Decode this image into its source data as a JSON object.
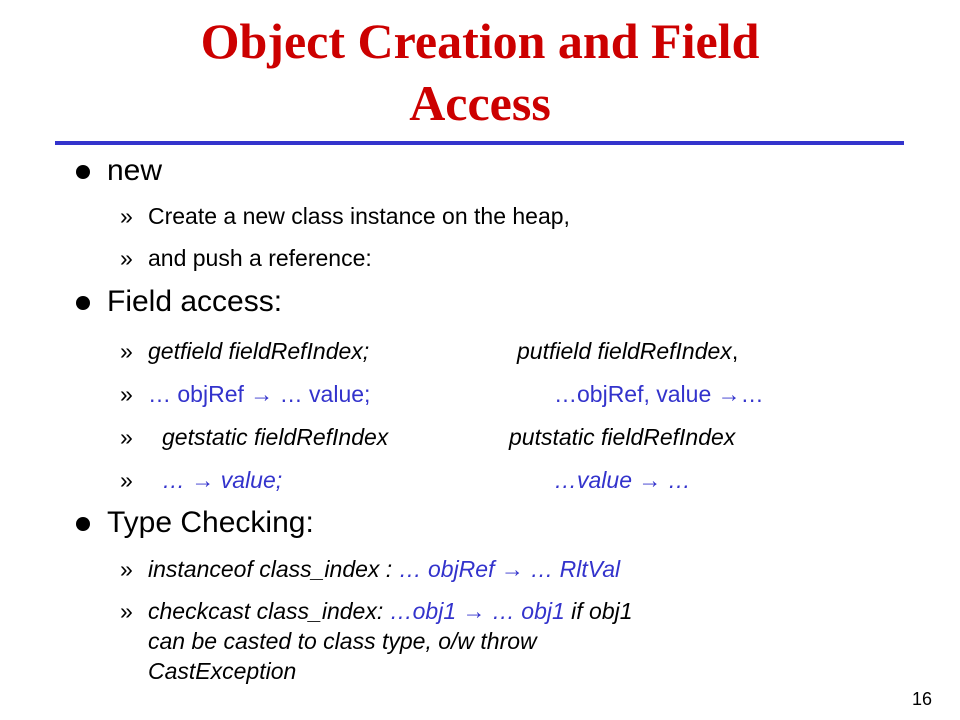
{
  "slide": {
    "title_line1": "Object Creation and Field",
    "title_line2": "Access",
    "page_number": "16",
    "colors": {
      "title": "#cc0000",
      "rule": "#3333cc",
      "highlight": "#3333cc",
      "text": "#000000"
    }
  },
  "sections": {
    "new": {
      "heading": "new",
      "items": [
        "Create a new class instance on the heap,",
        "and push a reference:"
      ]
    },
    "field": {
      "heading": "Field access:",
      "row1": {
        "left": "getfield fieldRefIndex;",
        "right": "putfield fieldRefIndex",
        "right_suffix": ","
      },
      "row2": {
        "left": "… objRef → … value;",
        "right": "…objRef, value →…"
      },
      "row3": {
        "left": "getstatic fieldRefIndex",
        "right": "putstatic fieldRefIndex"
      },
      "row4": {
        "left": "… → value;",
        "right": "…value → …"
      }
    },
    "type": {
      "heading": "Type Checking:",
      "row1": {
        "op": "instanceof class_index :",
        "stack": "… objRef  → … RltVal"
      },
      "row2": {
        "op": "checkcast  class_index:",
        "stack": "…obj1 → … obj1",
        "cond": "if obj1",
        "line2": "can be casted to class type, o/w throw",
        "line3": "CastException"
      }
    }
  },
  "chevron": "»"
}
